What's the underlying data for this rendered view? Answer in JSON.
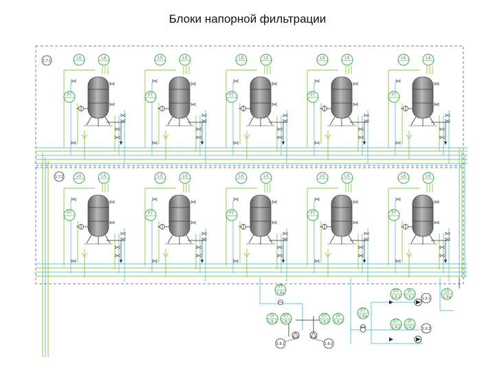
{
  "page": {
    "title": "Блоки напорной фильтрации"
  },
  "diagram": {
    "sections": [
      {
        "id": "1.7.1",
        "filter_count": 5
      },
      {
        "id": "1.7.2",
        "filter_count": 5
      }
    ],
    "instrument_labels": {
      "level_switch": "LS",
      "flow": "FT"
    },
    "bottom": {
      "ft_left": {
        "tag": "FT",
        "num": "1.8a"
      },
      "pumps_left": [
        {
          "tag": "PI",
          "num": "1.8.1"
        },
        {
          "tag": "PT",
          "num": "1.8.1"
        },
        {
          "tag": "PT",
          "num": "1.8.2"
        },
        {
          "tag": "PI",
          "num": "1.8.2"
        }
      ],
      "ft_right": {
        "tag": "FT",
        "num": "1.9a"
      },
      "gauges_right": [
        {
          "tag": "PT",
          "num": "1.9.1"
        },
        {
          "tag": "PI",
          "num": "1.9.1"
        },
        {
          "tag": "PT",
          "num": "1.9.2"
        },
        {
          "tag": "PI",
          "num": "1.9.2"
        }
      ],
      "ls_right": {
        "tag": "LS",
        "num": "1.9a"
      },
      "pump_tags": [
        "1.8.1",
        "1.8.2",
        "1.9.1",
        "1.9.2"
      ]
    },
    "colors": {
      "green_line": "#8cc63f",
      "cyan_line": "#5fc4d6",
      "vessel_gray": "#8a8a8a",
      "instrument_green": "#2e9e3e",
      "dashed_frame": "#7a7a7a"
    }
  }
}
